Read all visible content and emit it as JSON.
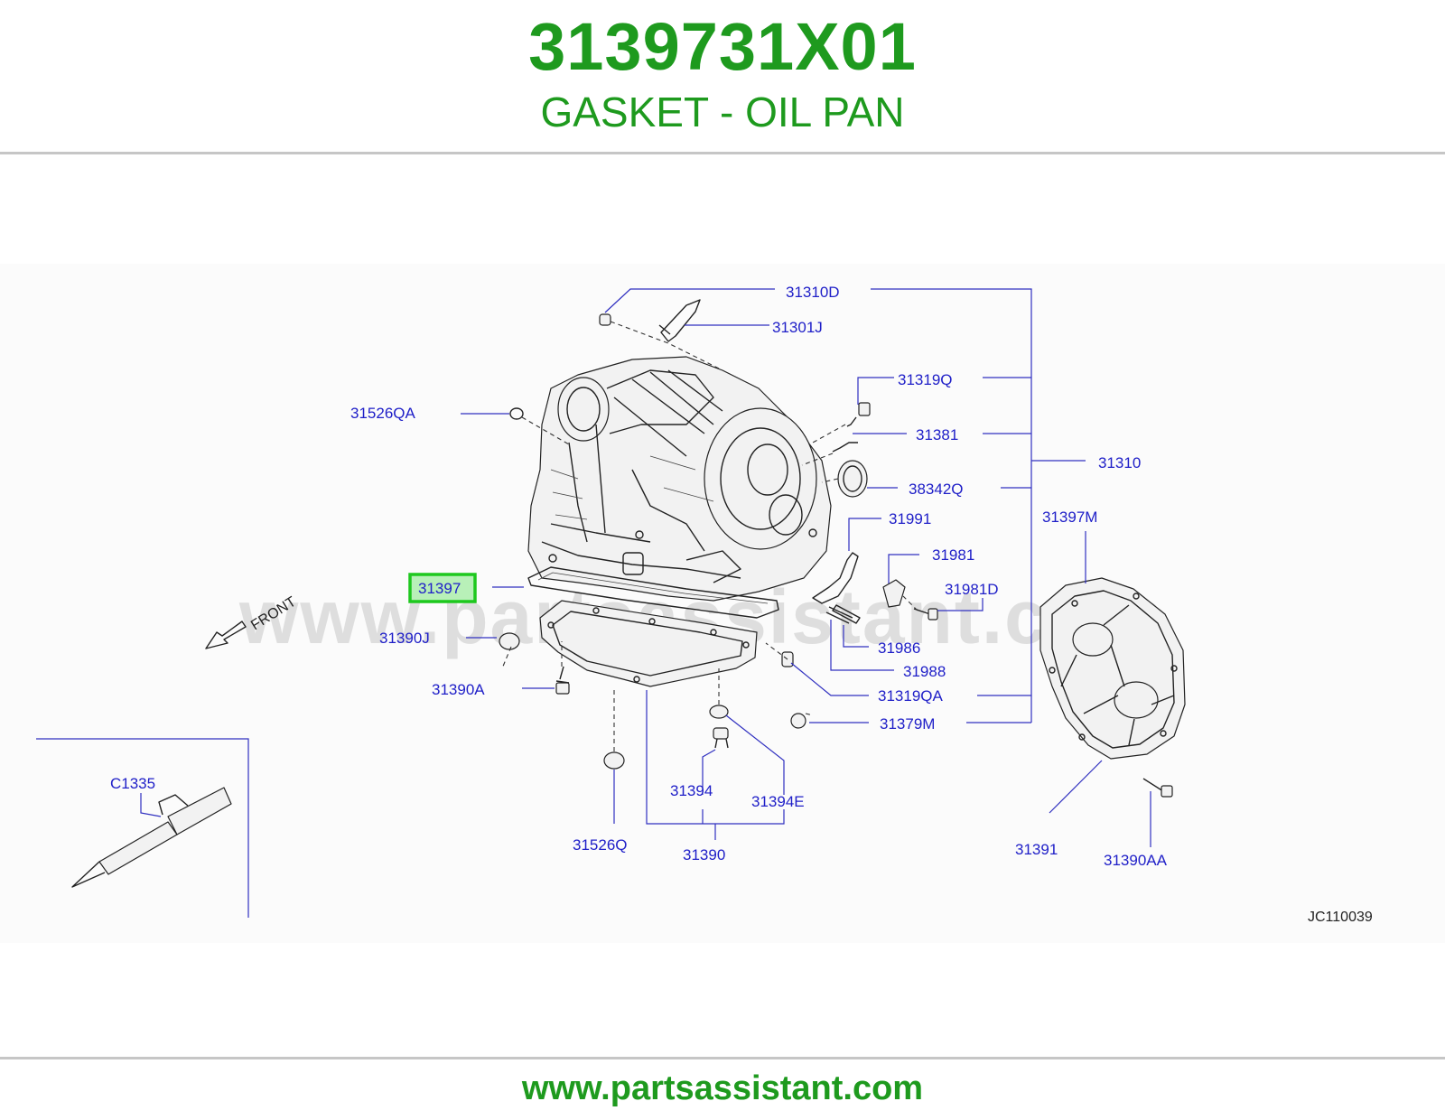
{
  "header": {
    "part_number": "3139731X01",
    "part_name": "GASKET - OIL PAN"
  },
  "diagram": {
    "watermark": "www.partsassistant.com",
    "front_label": "FRONT",
    "code": "JC110039",
    "highlighted_part": "31397",
    "callouts": {
      "p31310D": "31310D",
      "p31301J": "31301J",
      "p31319Q": "31319Q",
      "p31526QA": "31526QA",
      "p31381": "31381",
      "p31310": "31310",
      "p38342Q": "38342Q",
      "p31991": "31991",
      "p31397M": "31397M",
      "p31981": "31981",
      "p31981D": "31981D",
      "p31397": "31397",
      "p31390J": "31390J",
      "p31986": "31986",
      "p31988": "31988",
      "p31390A": "31390A",
      "p31319QA": "31319QA",
      "p31379M": "31379M",
      "pC1335": "C1335",
      "p31394": "31394",
      "p31394E": "31394E",
      "p31526Q": "31526Q",
      "p31390": "31390",
      "p31391": "31391",
      "p31390AA": "31390AA"
    },
    "highlight_color": "#1ec81e",
    "label_color": "#2020c8"
  },
  "footer": {
    "url": "www.partsassistant.com"
  }
}
